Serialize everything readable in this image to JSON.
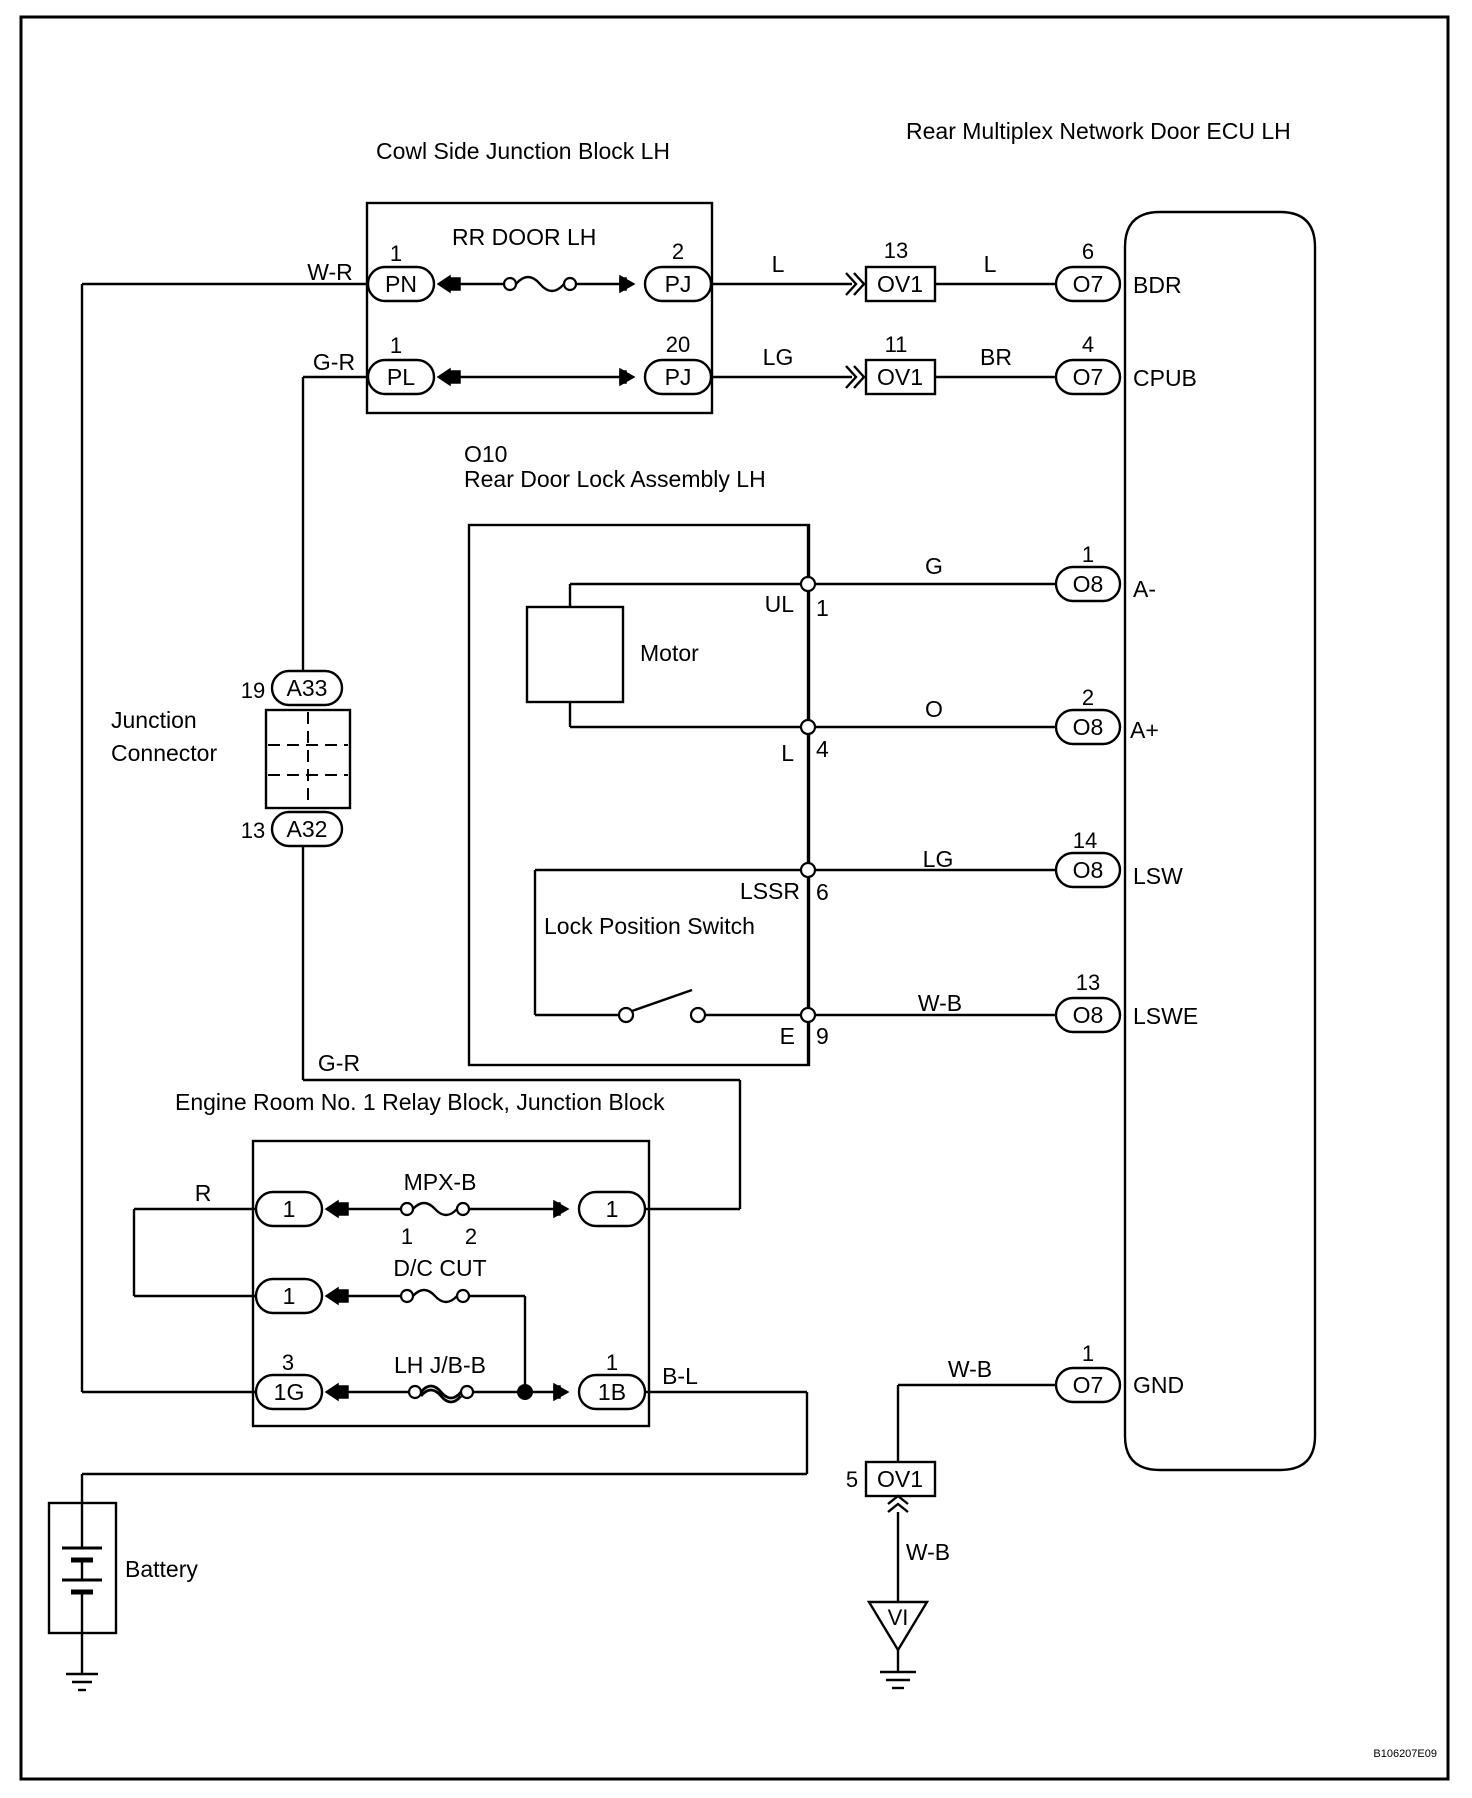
{
  "diagram": {
    "title_cowl": "Cowl Side Junction Block LH",
    "title_ecu": "Rear Multiplex Network Door ECU LH",
    "fuse_rr_door": "RR DOOR LH",
    "door_lock_code": "O10",
    "door_lock_name": "Rear Door Lock Assembly LH",
    "motor_label": "Motor",
    "lock_switch_label": "Lock Position Switch",
    "junction_connector_line1": "Junction",
    "junction_connector_line2": "Connector",
    "engine_room_title": "Engine Room No. 1 Relay Block, Junction Block",
    "fuse_mpx_b": "MPX-B",
    "fuse_dc_cut": "D/C CUT",
    "fuse_lh_jb_b": "LH J/B-B",
    "battery_label": "Battery",
    "footer_code": "B106207E09"
  },
  "wires": {
    "wr_left": "W-R",
    "gr_top": "G-R",
    "gr_bottom": "G-R",
    "l_1": "L",
    "l_2": "L",
    "lg_1": "LG",
    "br": "BR",
    "g": "G",
    "o": "O",
    "lg_2": "LG",
    "wb_lswe": "W-B",
    "wb_gnd": "W-B",
    "wb_ground": "W-B",
    "r": "R",
    "bl": "B-L"
  },
  "connectors": {
    "pn": {
      "code": "PN",
      "pin": "1"
    },
    "pj_top": {
      "code": "PJ",
      "pin": "2"
    },
    "pl": {
      "code": "PL",
      "pin": "1"
    },
    "pj_bottom": {
      "code": "PJ",
      "pin": "20"
    },
    "ov1_a": {
      "code": "OV1",
      "pin": "13"
    },
    "ov1_b": {
      "code": "OV1",
      "pin": "11"
    },
    "ov1_c": {
      "code": "OV1",
      "pin": "5"
    },
    "o7_bdr": {
      "code": "O7",
      "pin": "6"
    },
    "o7_cpub": {
      "code": "O7",
      "pin": "4"
    },
    "o8_a_minus": {
      "code": "O8",
      "pin": "1"
    },
    "o8_a_plus": {
      "code": "O8",
      "pin": "2"
    },
    "o8_lsw": {
      "code": "O8",
      "pin": "14"
    },
    "o8_lswe": {
      "code": "O8",
      "pin": "13"
    },
    "o7_gnd": {
      "code": "O7",
      "pin": "1"
    },
    "a33": {
      "code": "A33",
      "pin": "19"
    },
    "a32": {
      "code": "A32",
      "pin": "13"
    },
    "er_left_1": {
      "code": "1"
    },
    "er_right_1": {
      "code": "1"
    },
    "er_left_2": {
      "code": "1"
    },
    "er_1g": {
      "code": "1G",
      "pin": "3"
    },
    "er_1b": {
      "code": "1B",
      "pin": "1"
    },
    "vi": {
      "code": "VI"
    }
  },
  "ecu_terminals": {
    "bdr": "BDR",
    "cpub": "CPUB",
    "a_minus": "A-",
    "a_plus": "A+",
    "lsw": "LSW",
    "lswe": "LSWE",
    "gnd": "GND"
  },
  "door_lock_terminals": {
    "ul": {
      "name": "UL",
      "pin": "1"
    },
    "l": {
      "name": "L",
      "pin": "4"
    },
    "lssr": {
      "name": "LSSR",
      "pin": "6"
    },
    "e": {
      "name": "E",
      "pin": "9"
    }
  },
  "fuse_pins": {
    "mpx_left": "1",
    "mpx_right": "2"
  }
}
